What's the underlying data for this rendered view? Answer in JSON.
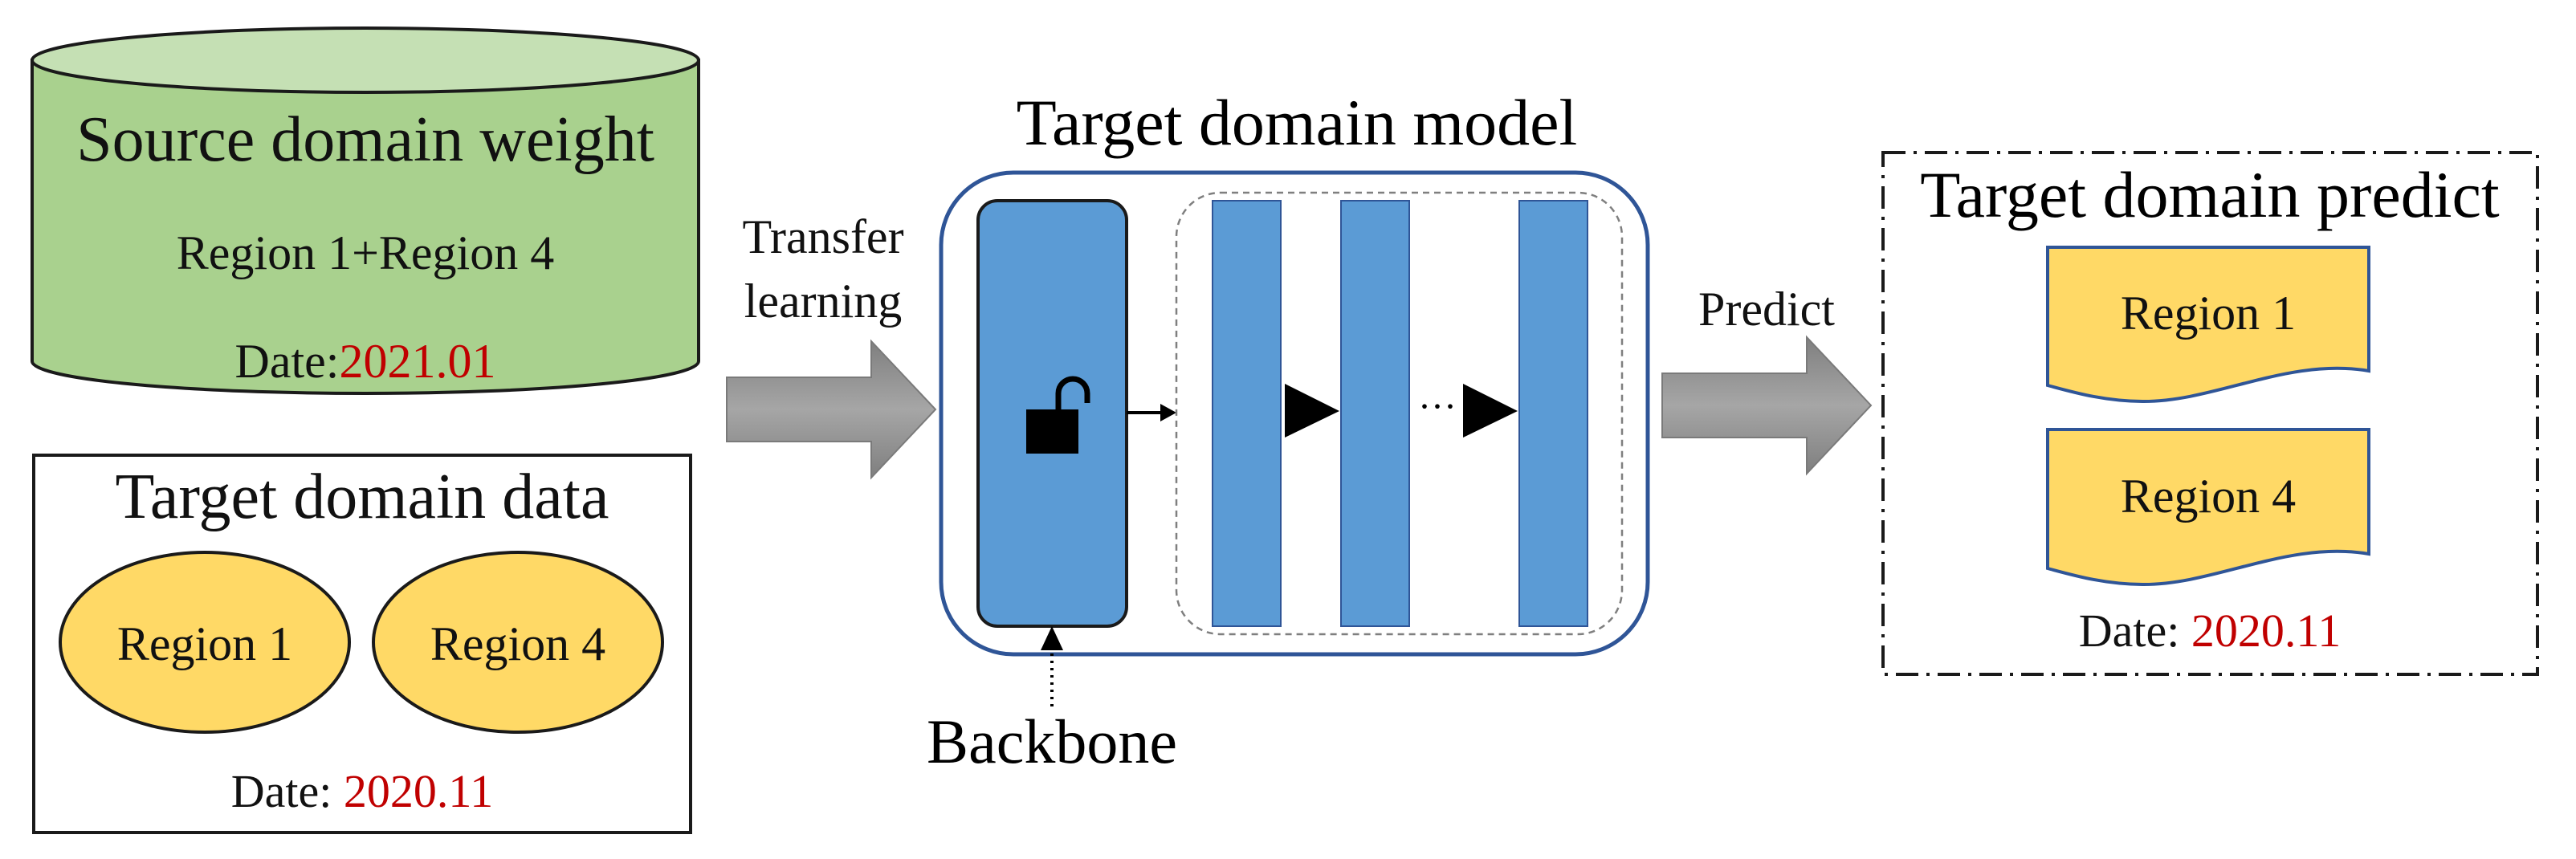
{
  "source_weight": {
    "title": "Source domain weight",
    "regions": "Region 1+Region 4",
    "date_prefix": "Date:",
    "date_value": "2021.01"
  },
  "target_data": {
    "title": "Target domain data",
    "region_a": "Region 1",
    "region_b": "Region 4",
    "date_prefix": "Date: ",
    "date_value": "2020.11"
  },
  "transfer": {
    "line1": "Transfer",
    "line2": "learning"
  },
  "model": {
    "title_part1": "Target domain",
    "title_part2": " model",
    "ellipsis": "···",
    "backbone_label": "Backbone"
  },
  "predict_arrow": {
    "label": "Predict"
  },
  "target_predict": {
    "title": "Target domain predict",
    "region_a": "Region 1",
    "region_b": "Region 4",
    "date_prefix": "Date: ",
    "date_value": "2020.11"
  },
  "colors": {
    "green_body": "#a9d18e",
    "green_top": "#c5e0b4",
    "yellow": "#ffd966",
    "blue": "#5b9bd5",
    "navy": "#2f5597",
    "red_text": "#c00000",
    "gray_arrow": "#8c8c8c"
  }
}
